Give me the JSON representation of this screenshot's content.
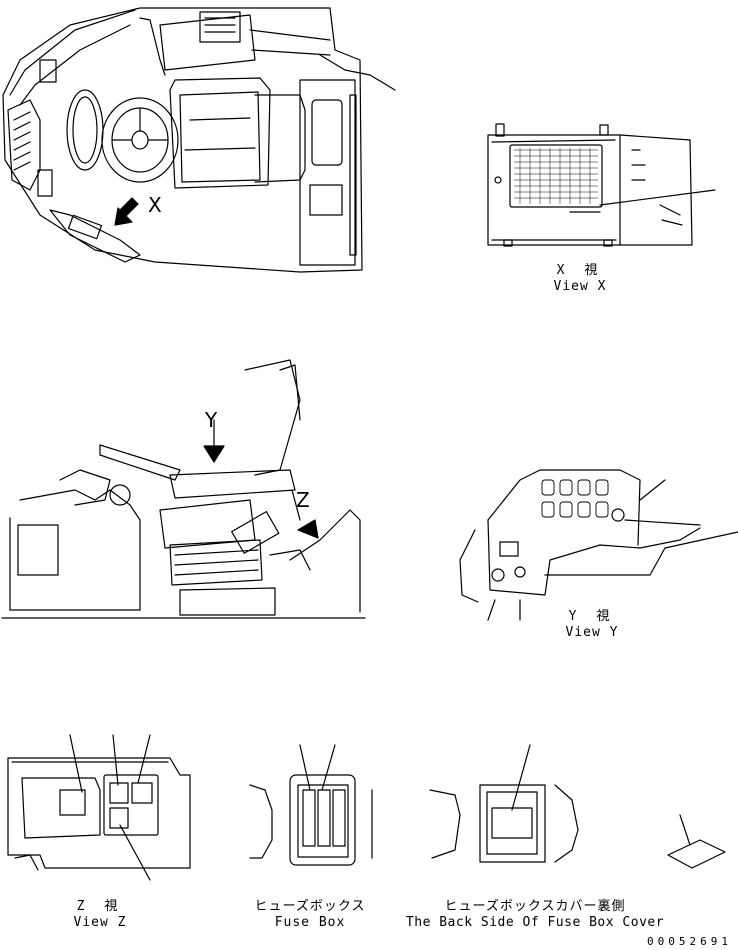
{
  "views": {
    "x": {
      "jp": "X 視",
      "en": "View X",
      "letter": "X"
    },
    "y": {
      "jp": "Y 視",
      "en": "View Y",
      "letter": "Y"
    },
    "z": {
      "jp": "Z 視",
      "en": "View Z",
      "letter": "Z"
    },
    "fuse_box": {
      "jp": "ヒューズボックス",
      "en": "Fuse Box"
    },
    "fuse_cover": {
      "jp": "ヒューズボックスカバー裏側",
      "en": "The Back Side Of Fuse Box Cover"
    }
  },
  "doc_number": "00052691"
}
